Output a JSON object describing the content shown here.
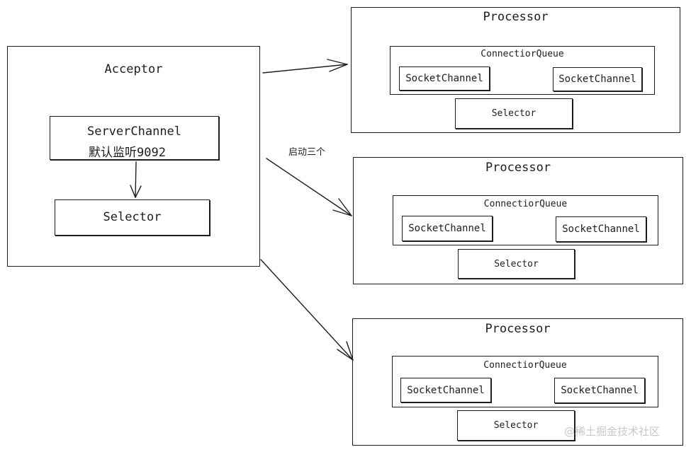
{
  "acceptor": {
    "title": "Acceptor",
    "server_channel": {
      "label": "ServerChannel",
      "sub": "默认监听9092"
    },
    "selector": "Selector"
  },
  "arrow_label": "启动三个",
  "processors": [
    {
      "title": "Processor",
      "queue_label": "ConnectiorQueue",
      "channels": [
        "SocketChannel",
        "SocketChannel"
      ],
      "selector": "Selector"
    },
    {
      "title": "Processor",
      "queue_label": "ConnectiorQueue",
      "channels": [
        "SocketChannel",
        "SocketChannel"
      ],
      "selector": "Selector"
    },
    {
      "title": "Processor",
      "queue_label": "ConnectiorQueue",
      "channels": [
        "SocketChannel",
        "SocketChannel"
      ],
      "selector": "Selector"
    }
  ],
  "watermark": "@稀土掘金技术社区"
}
